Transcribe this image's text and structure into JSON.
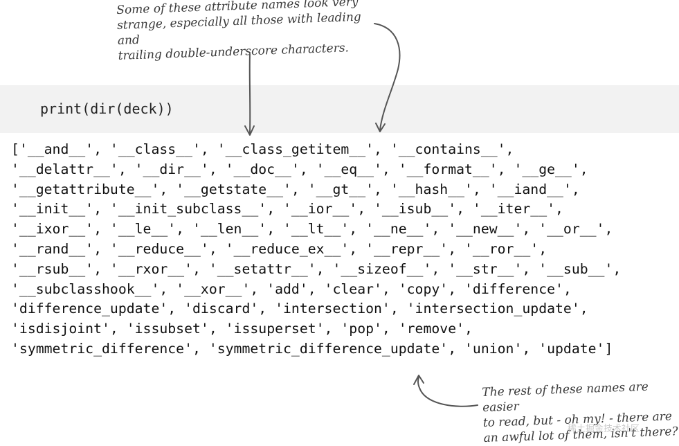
{
  "annotations": {
    "top": "Some of these attribute names look very\nstrange, especially all those with leading and\ntrailing double-underscore characters.",
    "bottom": "The rest of these names are easier\nto read, but - oh my! - there are\nan awful lot of them, isn't there?"
  },
  "code": {
    "command": "print(dir(deck))"
  },
  "output": {
    "lines": [
      "['__and__', '__class__', '__class_getitem__', '__contains__',",
      "'__delattr__', '__dir__', '__doc__', '__eq__', '__format__', '__ge__',",
      "'__getattribute__', '__getstate__', '__gt__', '__hash__', '__iand__',",
      "'__init__', '__init_subclass__', '__ior__', '__isub__', '__iter__',",
      "'__ixor__', '__le__', '__len__', '__lt__', '__ne__', '__new__', '__or__',",
      "'__rand__', '__reduce__', '__reduce_ex__', '__repr__', '__ror__',",
      "'__rsub__', '__rxor__', '__setattr__', '__sizeof__', '__str__', '__sub__',",
      "'__subclasshook__', '__xor__', 'add', 'clear', 'copy', 'difference',",
      "'difference_update', 'discard', 'intersection', 'intersection_update',",
      "'isdisjoint', 'issubset', 'issuperset', 'pop', 'remove',",
      "'symmetric_difference', 'symmetric_difference_update', 'union', 'update']"
    ]
  },
  "watermark": "稀土掘金技术社区",
  "colors": {
    "code_background": "#f2f2f2",
    "annotation_text": "#3a3a3a",
    "arrow": "#555555"
  }
}
